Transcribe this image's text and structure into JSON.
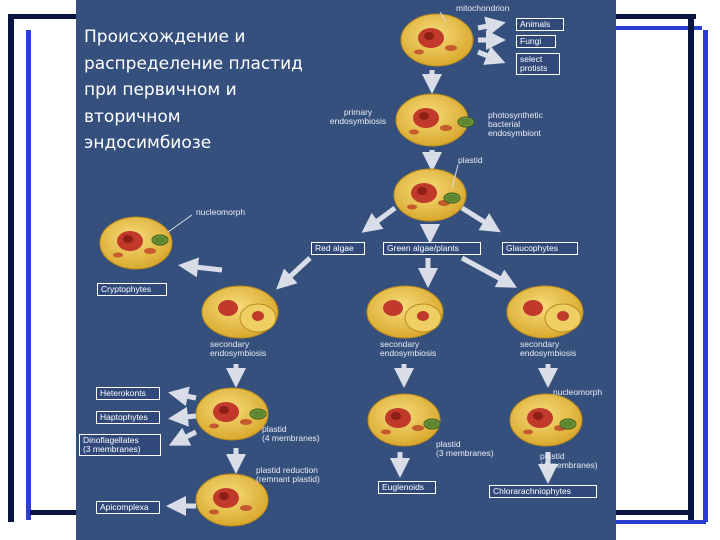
{
  "title": "Происхождение и\nраспределение пластид\nпри первичном и\nвторичном\nэндосимбиозе",
  "labels": {
    "mitochondrion": "mitochondrion",
    "primary_endosymbiosis": "primary\nendosymbiosis",
    "photosynthetic_endosymbiont": "photosynthetic\nbacterial\nendosymbiont",
    "plastid": "plastid",
    "nucleomorph_1": "nucleomorph",
    "secondary_1": "secondary\nendosymbiosis",
    "secondary_2": "secondary\nendosymbiosis",
    "secondary_3": "secondary\nendosymbiosis",
    "nucleomorph_2": "nucleomorph",
    "plastid_4_membranes_1": "plastid\n(4 membranes)",
    "plastid_3_membranes": "plastid\n(3 membranes)",
    "plastid_4_membranes_2": "plastid\n(4 membranes)",
    "plastid_reduction": "plastid reduction\n(remnant plastid)"
  },
  "boxes": {
    "animals": "Animals",
    "fungi": "Fungi",
    "select_protists": "select\nprotists",
    "red_algae": "Red algae",
    "green_algae": "Green algae/plants",
    "glaucophytes": "Glaucophytes",
    "cryptophytes": "Cryptophytes",
    "heterokonts": "Heterokonts",
    "haptophytes": "Haptophytes",
    "dinoflagellates": "Dinoflagellates\n(3 membranes)",
    "euglenoids": "Euglenoids",
    "chlorarachniophytes": "Chlorarachniophytes",
    "apicomplexa": "Apicomplexa"
  },
  "colors": {
    "panel": "#36507d",
    "cell": "#e8c24e",
    "nucleus": "#c0392b",
    "plastid": "#6f9a3a",
    "arrow": "#d8dde8",
    "frame_dark": "#0a1440",
    "frame_blue": "#2a3fd0"
  }
}
